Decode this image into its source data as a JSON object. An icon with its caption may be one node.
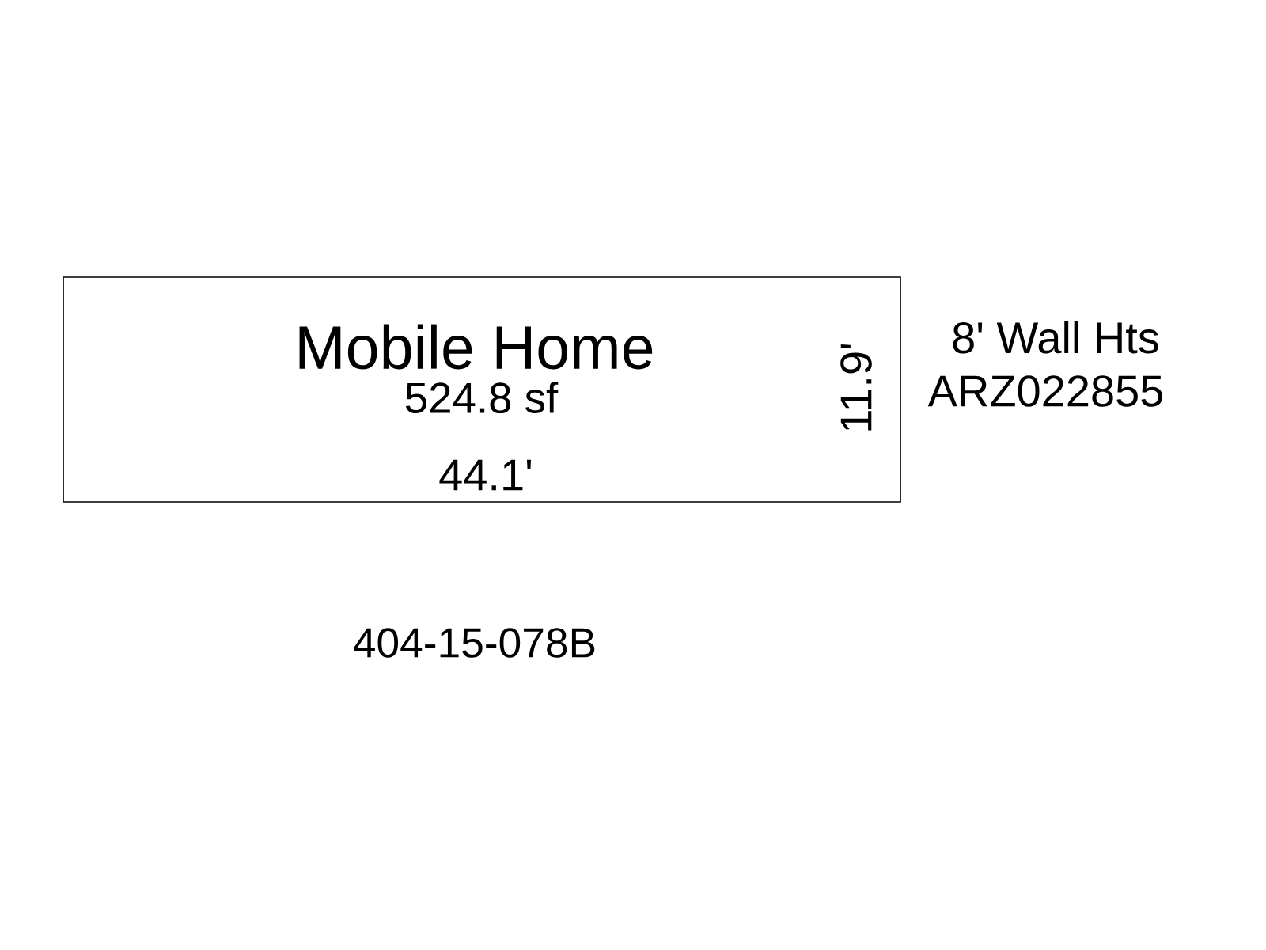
{
  "diagram": {
    "nodes": [
      {
        "text": [
          "Mobile Home",
          "524.8 sf"
        ]
      }
    ],
    "edges": [],
    "labels": [
      "11.9'",
      "8' Wall Hts",
      "ARZ022855",
      "44.1'",
      "404-15-078B"
    ]
  }
}
